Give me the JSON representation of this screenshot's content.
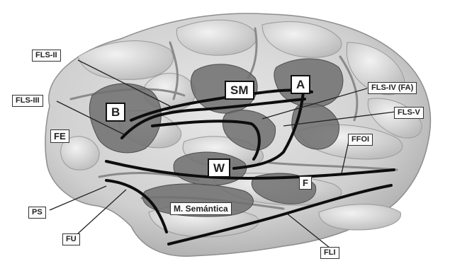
{
  "region_labels": {
    "sm": "SM",
    "a": "A",
    "b": "B",
    "w": "W",
    "fe": "FE",
    "f": "F",
    "semantica": "M. Semántica"
  },
  "callout_labels": {
    "fls_ii": "FLS-II",
    "fls_iii": "FLS-III",
    "fls_iv": "FLS-IV (FA)",
    "fls_v": "FLS-V",
    "ffoi": "FFOI",
    "ps": "PS",
    "fu": "FU",
    "fli": "FLI"
  },
  "colors": {
    "brain_light": "#d9d9d9",
    "brain_mid": "#bcbcbc",
    "brain_dark": "#7a7a7a",
    "region_dark": "#6a6a6a",
    "tract": "#0d0d0d"
  }
}
